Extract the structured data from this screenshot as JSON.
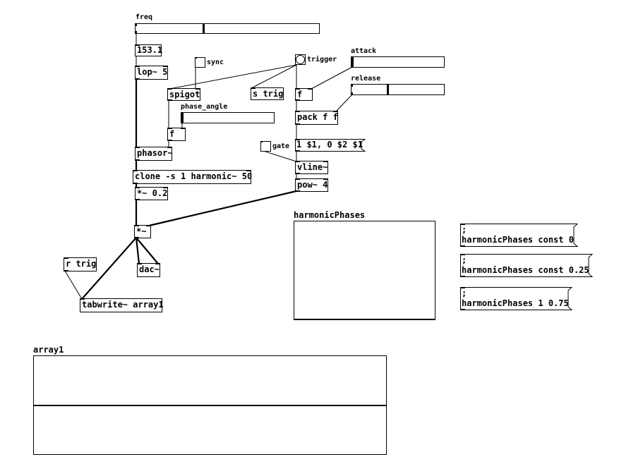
{
  "labels": {
    "freq": "freq",
    "sync": "sync",
    "trigger": "trigger",
    "attack": "attack",
    "release": "release",
    "phase_angle": "phase_angle",
    "gate": "gate",
    "harmonicPhases": "harmonicPhases",
    "array1": "array1"
  },
  "objects": {
    "number_freq": "153.1",
    "lop": "lop~ 5",
    "spigot": "spigot",
    "s_trig": "s trig",
    "f_trigger": "f",
    "f_phase": "f",
    "pack": "pack f f",
    "phasor": "phasor~",
    "clone": "clone -s 1 harmonic~ 50",
    "mul_02": "*~ 0.2",
    "vline": "vline~",
    "pow": "pow~ 4",
    "mul": "*~",
    "r_trig": "r trig",
    "dac": "dac~",
    "tabwrite": "tabwrite~ array1"
  },
  "messages": {
    "envelope": "1 $1, 0 $2 $1",
    "phases_const0": {
      "line1": ";",
      "line2": "harmonicPhases const 0"
    },
    "phases_const025": {
      "line1": ";",
      "line2": "harmonicPhases const 0.25"
    },
    "phases_1_075": {
      "line1": ";",
      "line2": "harmonicPhases 1 0.75"
    }
  },
  "sliders": {
    "freq_level": 0.37,
    "attack_level": 0.0,
    "release_level": 0.39,
    "phase_angle_level": 0.0
  }
}
